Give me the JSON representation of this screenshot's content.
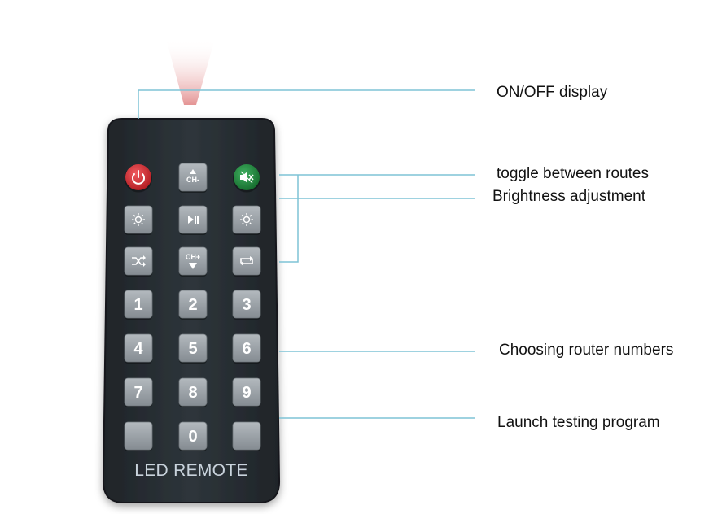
{
  "remote": {
    "brand_label": "LED REMOTE",
    "body_color": "#2a3036",
    "key_color": "#9aa1a7",
    "power_color": "#c9242b",
    "mute_color": "#1e7d3a",
    "ir_beam_color": "#e8a0a0",
    "callout_line_color": "#7ec3d6",
    "rows": [
      [
        {
          "name": "power",
          "icon": "power-icon",
          "color": "power"
        },
        {
          "name": "ch-up",
          "icon": "ch-up-icon",
          "label": "CH-"
        },
        {
          "name": "mute",
          "icon": "mute-icon",
          "color": "mute"
        }
      ],
      [
        {
          "name": "brightness-down",
          "icon": "brightness-icon"
        },
        {
          "name": "play-pause",
          "icon": "play-pause-icon"
        },
        {
          "name": "brightness-up",
          "icon": "brightness-icon"
        }
      ],
      [
        {
          "name": "route-prev",
          "icon": "shuffle-icon"
        },
        {
          "name": "ch-down",
          "icon": "ch-down-icon",
          "label": "CH+"
        },
        {
          "name": "route-next",
          "icon": "repeat-icon"
        }
      ],
      [
        {
          "name": "digit-1",
          "label": "1"
        },
        {
          "name": "digit-2",
          "label": "2"
        },
        {
          "name": "digit-3",
          "label": "3"
        }
      ],
      [
        {
          "name": "digit-4",
          "label": "4"
        },
        {
          "name": "digit-5",
          "label": "5"
        },
        {
          "name": "digit-6",
          "label": "6"
        }
      ],
      [
        {
          "name": "digit-7",
          "label": "7"
        },
        {
          "name": "digit-8",
          "label": "8"
        },
        {
          "name": "digit-9",
          "label": "9"
        }
      ],
      [
        {
          "name": "blank-left"
        },
        {
          "name": "digit-0",
          "label": "0"
        },
        {
          "name": "blank-right"
        }
      ]
    ]
  },
  "callouts": [
    {
      "label": "ON/OFF display"
    },
    {
      "label": "toggle between routes"
    },
    {
      "label": "Brightness adjustment"
    },
    {
      "label": "Choosing router numbers"
    },
    {
      "label": "Launch testing program"
    }
  ]
}
